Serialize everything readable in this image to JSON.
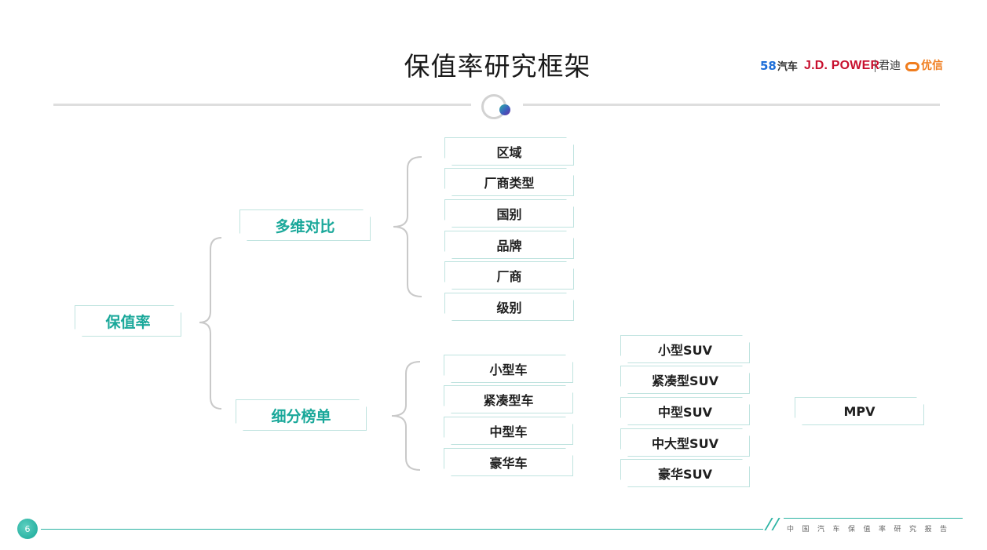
{
  "header": {
    "title": "保值率研究框架"
  },
  "logos": {
    "brand_58": "58",
    "brand_58_text": "汽车",
    "jdpower": "J.D. POWER",
    "jundi": "君迪",
    "youxin": "优信"
  },
  "diagram": {
    "root": "保值率",
    "branch_multi": "多维对比",
    "branch_ranking": "细分榜单",
    "multi_items": [
      "区域",
      "厂商类型",
      "国别",
      "品牌",
      "厂商",
      "级别"
    ],
    "car_items": [
      "小型车",
      "紧凑型车",
      "中型车",
      "豪华车"
    ],
    "suv_items": [
      "小型SUV",
      "紧凑型SUV",
      "中型SUV",
      "中大型SUV",
      "豪华SUV"
    ],
    "mpv_item": "MPV"
  },
  "footer": {
    "page_number": "6",
    "report_name": "中国汽车保值率研究报告"
  },
  "colors": {
    "accent": "#1aa89a",
    "footer_line": "#2bb3a3",
    "node_border": "#bfe3df",
    "bracket": "#c9c9c9"
  }
}
